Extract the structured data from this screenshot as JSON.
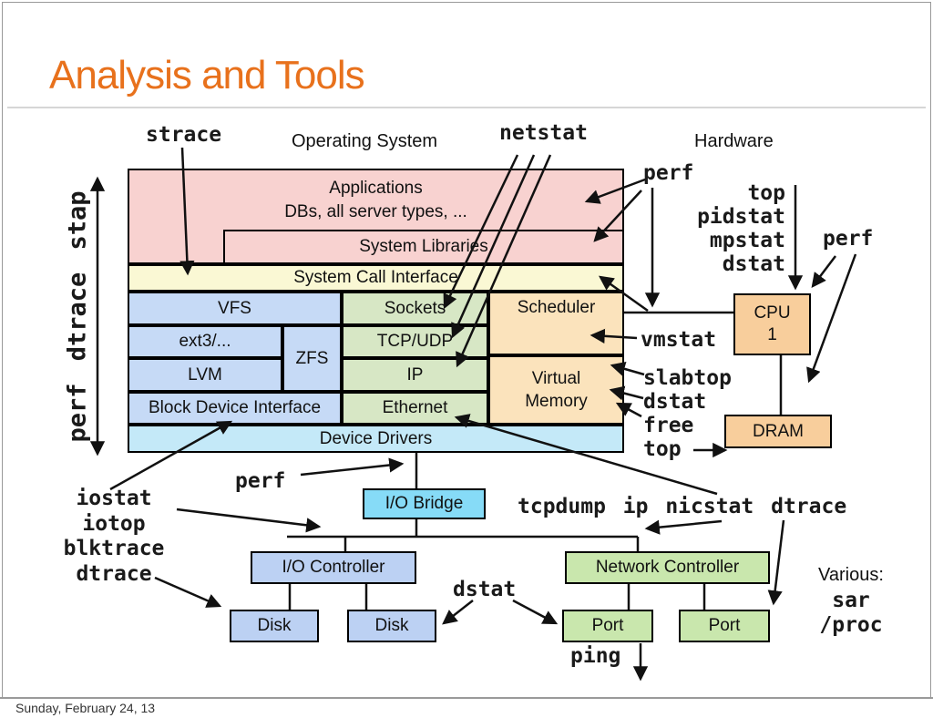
{
  "slide": {
    "title": "Analysis and Tools",
    "footer": "Sunday, February 24, 13"
  },
  "colors": {
    "title_orange": "#E8711C",
    "pink": "#F8D2D0",
    "pale_yellow": "#FAF8D4",
    "blue": "#C6DAF6",
    "green": "#D7E7C5",
    "tan": "#FBE3BC",
    "device_drivers_cyan": "#C4E9F8",
    "hw_orange": "#F8CE9C",
    "bridge_cyan": "#86DBF7",
    "controller_blue": "#BCD1F3",
    "port_green": "#C9E7AD"
  },
  "sections": {
    "operating_system": "Operating System",
    "hardware": "Hardware"
  },
  "stack": {
    "applications": "Applications",
    "applications_sub": "DBs, all server types, ...",
    "system_libraries": "System Libraries",
    "system_call_interface": "System Call Interface",
    "vfs": "VFS",
    "sockets": "Sockets",
    "scheduler": "Scheduler",
    "ext3": "ext3/...",
    "zfs": "ZFS",
    "tcp_udp": "TCP/UDP",
    "lvm": "LVM",
    "ip": "IP",
    "virtual_memory": [
      "Virtual",
      "Memory"
    ],
    "block_device_interface": "Block Device Interface",
    "ethernet": "Ethernet",
    "device_drivers": "Device Drivers"
  },
  "hardware": {
    "cpu": [
      "CPU",
      "1"
    ],
    "dram": "DRAM",
    "io_bridge": "I/O Bridge",
    "io_controller": "I/O Controller",
    "disk1": "Disk",
    "disk2": "Disk",
    "network_controller": "Network Controller",
    "port1": "Port",
    "port2": "Port"
  },
  "tools": {
    "left_axis": "perf dtrace stap",
    "strace": "strace",
    "netstat": "netstat",
    "perf_top": "perf",
    "perf_right": "perf",
    "perf_mid": "perf",
    "cpu_tools": [
      "top",
      "pidstat",
      "mpstat",
      "dstat"
    ],
    "vmstat": "vmstat",
    "mem_tools": [
      "slabtop",
      "dstat",
      "free",
      "top"
    ],
    "disk_tools": [
      "iostat",
      "iotop",
      "blktrace",
      "dtrace"
    ],
    "net_tools": "tcpdump ip nicstat dtrace",
    "dstat_bottom": "dstat",
    "ping": "ping",
    "various_title": "Various:",
    "various_tools": [
      "sar",
      "/proc"
    ]
  }
}
